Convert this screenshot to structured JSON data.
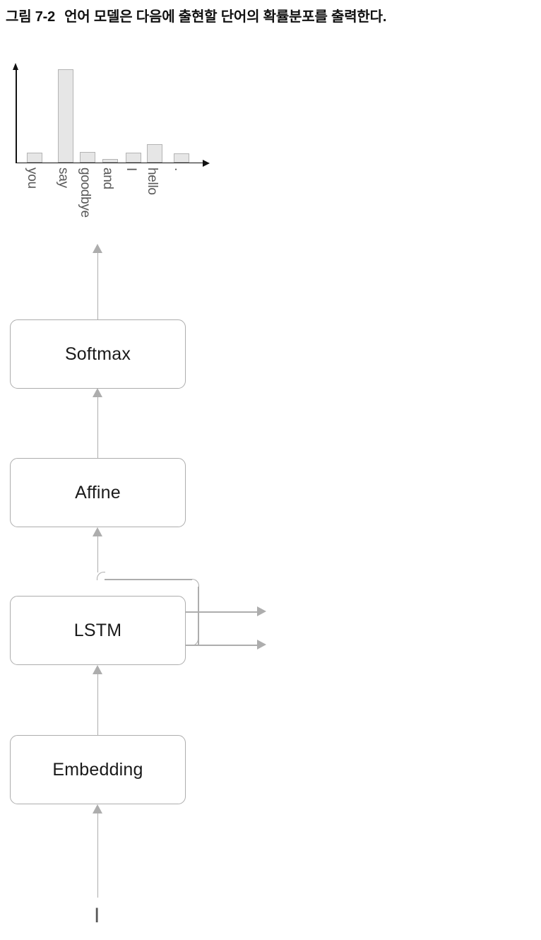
{
  "caption": {
    "figure_number": "그림 7-2",
    "text": "언어 모델은 다음에 출현할 단어의 확률분포를 출력한다."
  },
  "chart_data": {
    "type": "bar",
    "title": "",
    "xlabel": "",
    "ylabel": "",
    "categories": [
      "you",
      "say",
      "goodbye",
      "and",
      "I",
      "hello",
      "."
    ],
    "values": [
      0.105,
      1.0,
      0.114,
      0.038,
      0.106,
      0.197,
      0.098
    ],
    "ylim": [
      0,
      1.0
    ],
    "grid": false,
    "legend": null,
    "axis_arrows": true,
    "description": "확률분포 (probability distribution over vocabulary)"
  },
  "diagram": {
    "nodes": [
      {
        "label": "Softmax",
        "name": "softmax"
      },
      {
        "label": "Affine",
        "name": "affine"
      },
      {
        "label": "LSTM",
        "name": "lstm"
      },
      {
        "label": "Embedding",
        "name": "embedding"
      }
    ],
    "input_token": "I",
    "recurrent_outputs": 2
  },
  "colors": {
    "bar_fill": "#e6e6e6",
    "bar_stroke": "#b4b4b4",
    "axis": "#111111",
    "node_border": "#adadad",
    "connector": "#adadad",
    "label_text": "#595959",
    "node_text": "#1a1a1a",
    "caption_text": "#111111",
    "background": "#ffffff"
  }
}
